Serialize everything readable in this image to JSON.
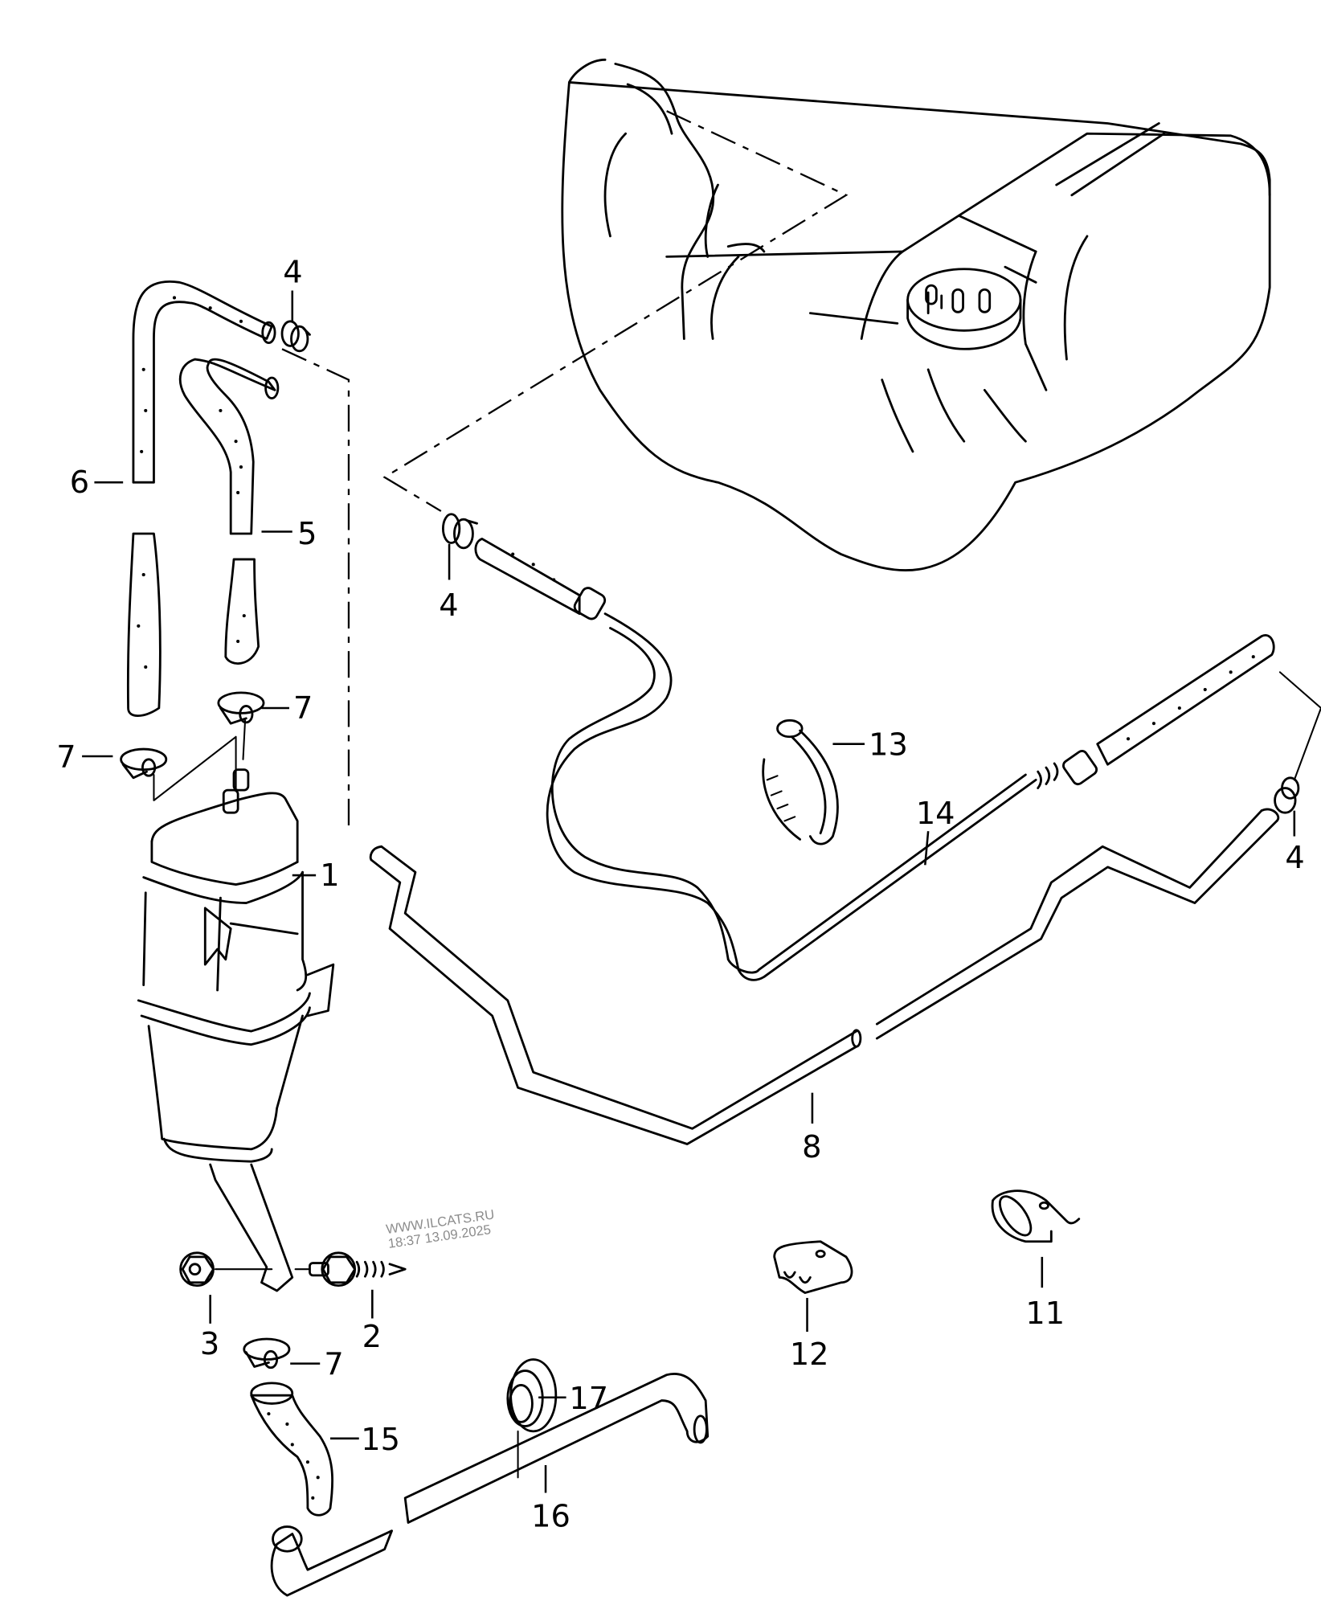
{
  "diagram": {
    "title": "Fuel tank evaporative emission system — exploded parts view",
    "line_color": "#000000",
    "background_color": "#ffffff"
  },
  "parts": [
    {
      "number": "1",
      "name": "activated charcoal canister"
    },
    {
      "number": "2",
      "name": "screw"
    },
    {
      "number": "3",
      "name": "nut"
    },
    {
      "number": "4",
      "name": "hose clip"
    },
    {
      "number": "5",
      "name": "vent hose"
    },
    {
      "number": "6",
      "name": "vent hose"
    },
    {
      "number": "7",
      "name": "hose clamp"
    },
    {
      "number": "8",
      "name": "vent line"
    },
    {
      "number": "11",
      "name": "retainer"
    },
    {
      "number": "12",
      "name": "line holder"
    },
    {
      "number": "13",
      "name": "cable tie"
    },
    {
      "number": "14",
      "name": "vent line with hose"
    },
    {
      "number": "15",
      "name": "hose"
    },
    {
      "number": "16",
      "name": "line"
    },
    {
      "number": "17",
      "name": "grommet"
    }
  ],
  "callouts": {
    "c4_top": "4",
    "c6": "6",
    "c5": "5",
    "c4_left": "4",
    "c7_upper_right": "7",
    "c7_upper_left": "7",
    "c1": "1",
    "c13": "13",
    "c14": "14",
    "c4_right": "4",
    "c8": "8",
    "c11": "11",
    "c12": "12",
    "c3": "3",
    "c2": "2",
    "c7_lower": "7",
    "c17": "17",
    "c15": "15",
    "c16": "16"
  },
  "watermark": {
    "line1": "WWW.ILCATS.RU",
    "line2": "18:37 13.09.2025"
  }
}
